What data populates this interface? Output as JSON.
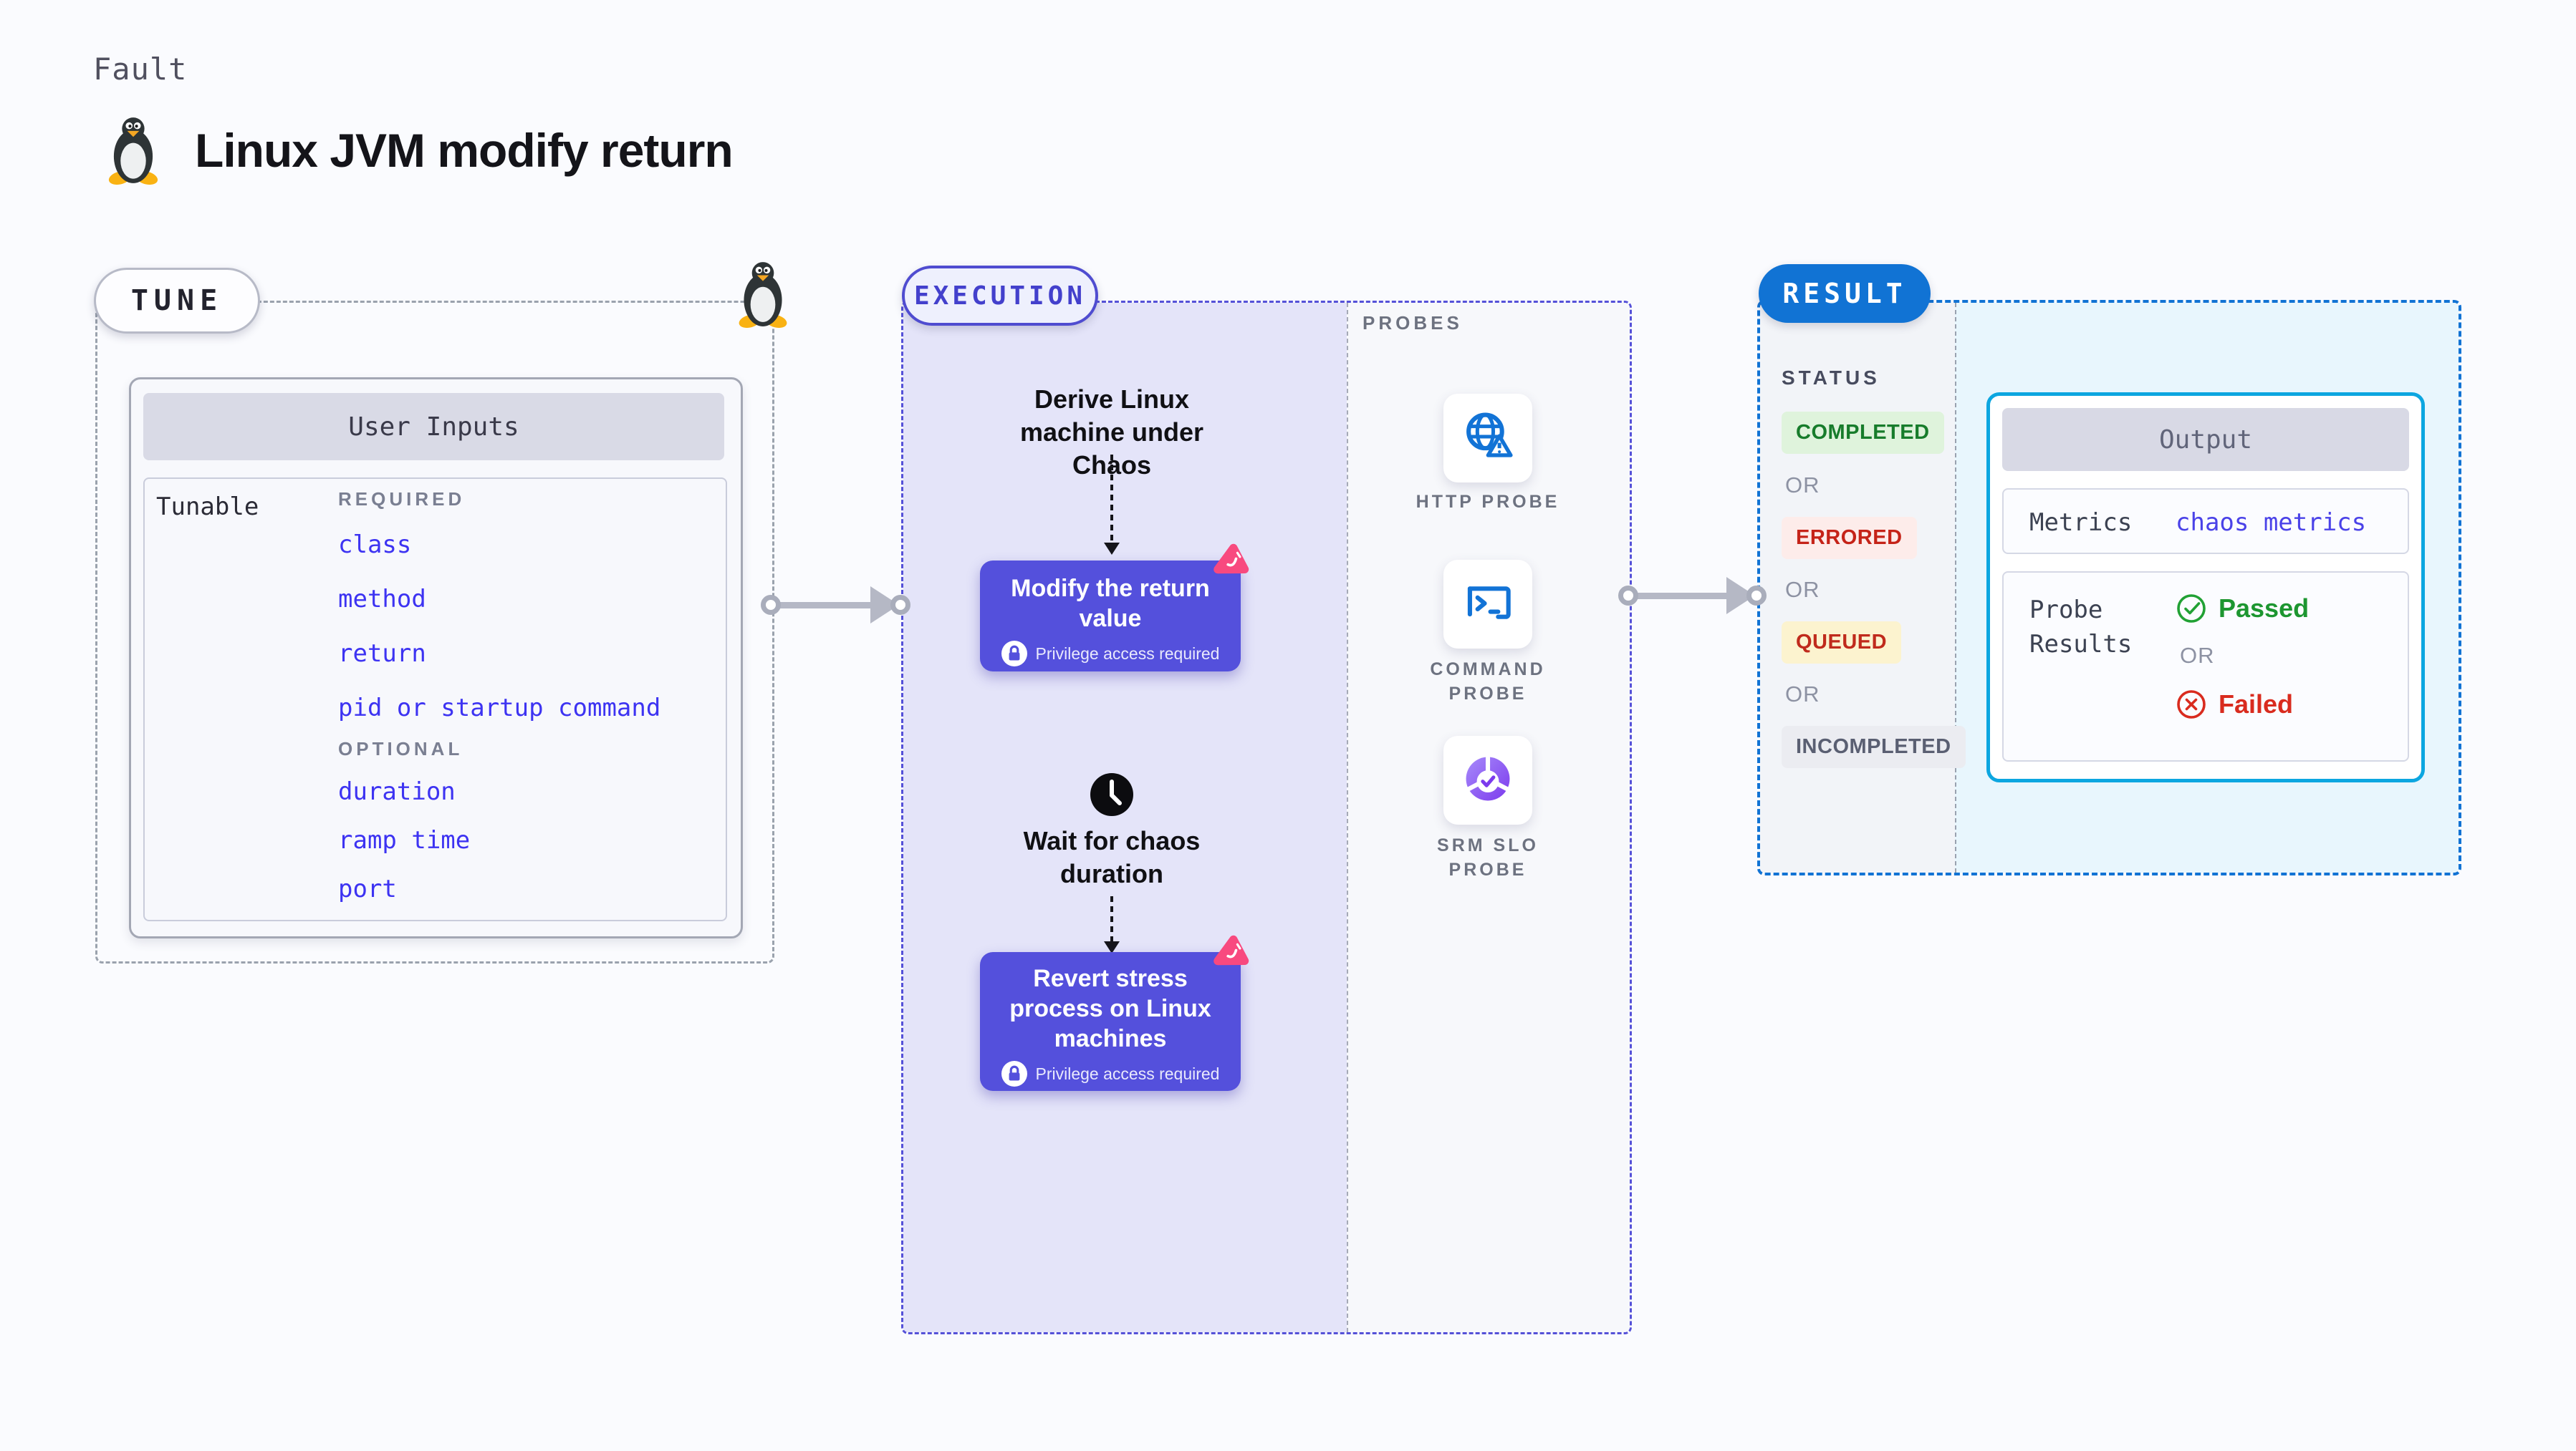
{
  "header": {
    "fault_label": "Fault",
    "title": "Linux JVM modify return",
    "penguin_icon": "tux-penguin-icon"
  },
  "tune": {
    "badge": "TUNE",
    "card_title": "User Inputs",
    "row_label": "Tunable",
    "required_label": "REQUIRED",
    "required_items": [
      "class",
      "method",
      "return",
      "pid or startup command"
    ],
    "optional_label": "OPTIONAL",
    "optional_items": [
      "duration",
      "ramp time",
      "port"
    ]
  },
  "execution": {
    "badge": "EXECUTION",
    "derive_step": "Derive Linux machine under Chaos",
    "modify_action": {
      "title": "Modify the return value",
      "note": "Privilege access required"
    },
    "wait_step": "Wait for chaos duration",
    "revert_action": {
      "title": "Revert stress process on Linux machines",
      "note": "Privilege access required"
    }
  },
  "probes": {
    "label": "PROBES",
    "items": [
      {
        "label": "HTTP PROBE",
        "icon": "globe-alert-icon"
      },
      {
        "label": "COMMAND PROBE",
        "icon": "terminal-icon"
      },
      {
        "label": "SRM SLO PROBE",
        "icon": "slo-pie-icon"
      }
    ]
  },
  "result": {
    "badge": "RESULT",
    "status_label": "STATUS",
    "or_label": "OR",
    "statuses": [
      {
        "label": "COMPLETED",
        "fg": "#177c2b",
        "bg": "#dff3dc"
      },
      {
        "label": "ERRORED",
        "fg": "#c52318",
        "bg": "#fdecea"
      },
      {
        "label": "QUEUED",
        "fg": "#c02a1c",
        "bg": "#fcf3cf"
      },
      {
        "label": "INCOMPLETED",
        "fg": "#5a5f72",
        "bg": "#ebecf1"
      }
    ],
    "output": {
      "title": "Output",
      "metrics_label": "Metrics",
      "metrics_value": "chaos metrics",
      "probe_results_label": "Probe Results",
      "passed_label": "Passed",
      "or_label": "OR",
      "failed_label": "Failed"
    }
  },
  "colors": {
    "page_bg": "#fafbfe",
    "accent_indigo": "#5450dc",
    "execution_panel_bg": "#e4e4f9",
    "execution_border": "#5551d8",
    "tune_border": "#9aa2ad",
    "result_border": "#1173d4",
    "result_badge_bg": "#1173d4",
    "output_border": "#0ca6e0",
    "result_panel_bg": "#e8f6fd",
    "status_panel_bg": "#f2f4f8",
    "input_item_blue": "#3d33f2",
    "metrics_value_blue": "#4a42e8",
    "passed_green": "#1d9630",
    "failed_red": "#d92b1e",
    "probe_icon_blue": "#1273d6",
    "srm_purple": "#7c3aed",
    "litmus_pink": "#f8497f",
    "arrow_gray": "#b5b8c5"
  }
}
